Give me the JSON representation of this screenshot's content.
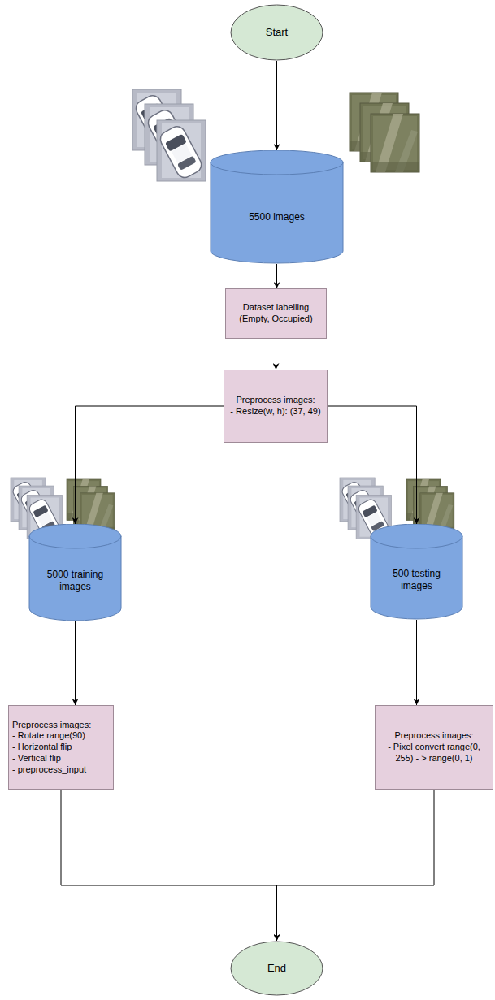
{
  "diagram": {
    "nodes": [
      {
        "text": [
          "Start"
        ]
      },
      {
        "text": [
          "5500 images"
        ]
      },
      {
        "text": [
          "Dataset labelling (Empty, Occupied)"
        ]
      },
      {
        "text": [
          "Preprocess images:",
          "- Resize(w, h): (37, 49)"
        ]
      },
      {
        "text": [
          "5000 training images"
        ]
      },
      {
        "text": [
          "500 testing images"
        ]
      },
      {
        "text": [
          "Preprocess images:",
          "- Rotate range(90)",
          "- Horizontal flip",
          "- Vertical flip",
          "- preprocess_input"
        ]
      },
      {
        "text": [
          "Preprocess images:",
          "- Pixel convert range(0, 255) - > range(0, 1)"
        ]
      },
      {
        "text": [
          "End"
        ]
      }
    ],
    "edges": [
      {
        "from": 0,
        "to": 1,
        "arrow": "to"
      },
      {
        "from": 1,
        "to": 2,
        "arrow": "to"
      },
      {
        "from": 2,
        "to": 3,
        "arrow": "to"
      },
      {
        "from": 3,
        "to": 4,
        "arrow": "to"
      },
      {
        "from": 3,
        "to": 5,
        "arrow": "to"
      },
      {
        "from": 4,
        "to": 6,
        "arrow": "to"
      },
      {
        "from": 5,
        "to": 7,
        "arrow": "to"
      },
      {
        "from": 6,
        "to": 8,
        "arrow": "to"
      },
      {
        "from": 7,
        "to": 8,
        "arrow": "to"
      }
    ]
  }
}
